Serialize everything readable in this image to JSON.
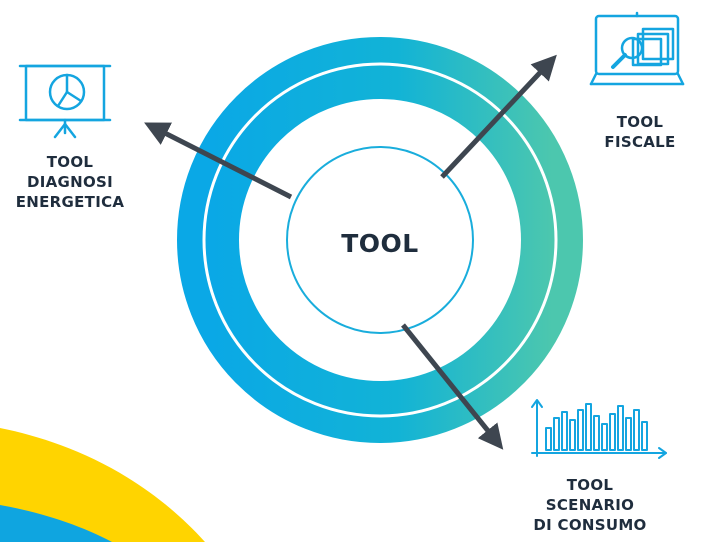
{
  "center": {
    "label": "TOOL"
  },
  "nodes": {
    "diagnosi": {
      "line1": "TOOL",
      "line2": "DIAGNOSI",
      "line3": "ENERGETICA",
      "icon": "presentation-pie-chart-icon"
    },
    "fiscale": {
      "line1": "TOOL",
      "line2": "FISCALE",
      "icon": "laptop-search-documents-icon"
    },
    "scenario": {
      "line1": "TOOL",
      "line2": "SCENARIO",
      "line3": "DI CONSUMO",
      "icon": "bar-chart-icon"
    }
  },
  "colors": {
    "ring_start": "#0AA8E6",
    "ring_end": "#4CC7AE",
    "icon_stroke": "#14A5E0",
    "arrow": "#3E4650",
    "text": "#1F2D3D",
    "wave_yellow": "#FFD400",
    "wave_blue": "#0FA5E0"
  }
}
